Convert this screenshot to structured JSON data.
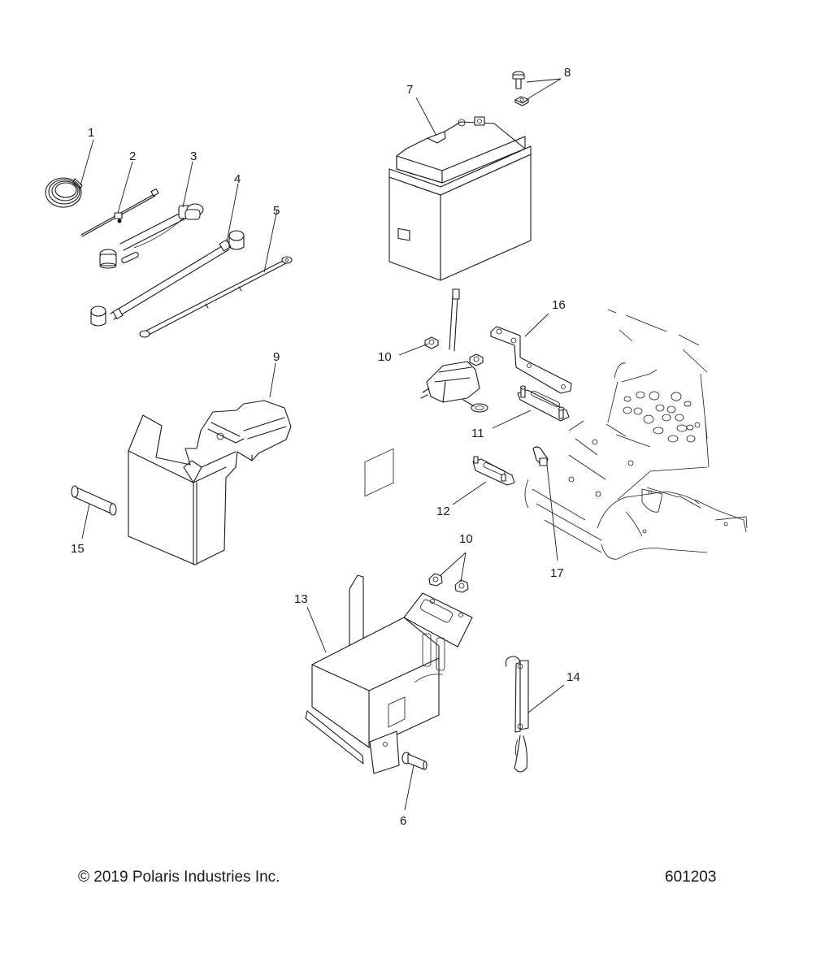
{
  "diagram": {
    "title": "Battery and Battery Box Assembly — Exploded Parts View",
    "callouts": [
      {
        "id": "c1",
        "label": "1"
      },
      {
        "id": "c2",
        "label": "2"
      },
      {
        "id": "c3",
        "label": "3"
      },
      {
        "id": "c4",
        "label": "4"
      },
      {
        "id": "c5",
        "label": "5"
      },
      {
        "id": "c6",
        "label": "6"
      },
      {
        "id": "c7",
        "label": "7"
      },
      {
        "id": "c8",
        "label": "8"
      },
      {
        "id": "c9",
        "label": "9"
      },
      {
        "id": "c10a",
        "label": "10"
      },
      {
        "id": "c10b",
        "label": "10"
      },
      {
        "id": "c11",
        "label": "11"
      },
      {
        "id": "c12",
        "label": "12"
      },
      {
        "id": "c13",
        "label": "13"
      },
      {
        "id": "c14",
        "label": "14"
      },
      {
        "id": "c15",
        "label": "15"
      },
      {
        "id": "c16",
        "label": "16"
      },
      {
        "id": "c17",
        "label": "17"
      }
    ],
    "parts": [
      {
        "ref": "1",
        "name": "cable-tie-bundle"
      },
      {
        "ref": "2",
        "name": "cable-tie"
      },
      {
        "ref": "3",
        "name": "battery-cable-with-fuse"
      },
      {
        "ref": "4",
        "name": "battery-cable-long"
      },
      {
        "ref": "5",
        "name": "ground-cable"
      },
      {
        "ref": "6",
        "name": "bolt"
      },
      {
        "ref": "7",
        "name": "battery"
      },
      {
        "ref": "8",
        "name": "terminal-screw-and-nut"
      },
      {
        "ref": "9",
        "name": "battery-cover"
      },
      {
        "ref": "10",
        "name": "flange-nut"
      },
      {
        "ref": "11",
        "name": "stud-plate"
      },
      {
        "ref": "12",
        "name": "stud-plate-short"
      },
      {
        "ref": "13",
        "name": "battery-box"
      },
      {
        "ref": "14",
        "name": "battery-strap"
      },
      {
        "ref": "15",
        "name": "sleeve"
      },
      {
        "ref": "16",
        "name": "bracket"
      },
      {
        "ref": "17",
        "name": "clip"
      }
    ]
  },
  "footer": {
    "copyright": "© 2019 Polaris Industries Inc.",
    "figure_id": "601203"
  }
}
